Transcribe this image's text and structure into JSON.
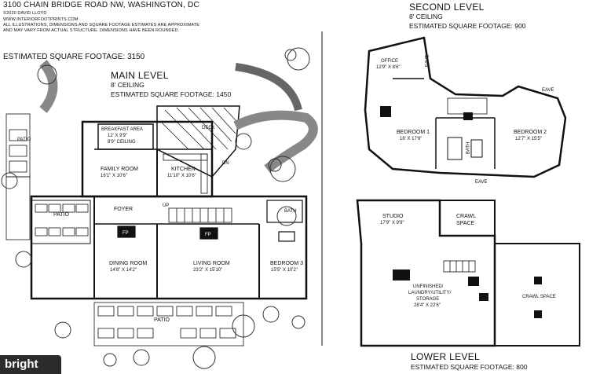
{
  "header": {
    "address": "3100 CHAIN BRIDGE ROAD NW, WASHINGTON, DC",
    "copyright": "©2020 DAVID LLOYD",
    "website": "WWW.INTERIORFOOTPRINTS.COM",
    "disclaimer_1": "ALL ILLUSTRATIONS, DIMENSIONS AND SQUARE FOOTAGE ESTIMATES ARE APPROXIMATE",
    "disclaimer_2": "AND MAY VARY FROM ACTUAL STRUCTURE. DIMENSIONS HAVE BEEN ROUNDED.",
    "total_sqft": "ESTIMATED SQUARE FOOTAGE: 3150"
  },
  "main_level": {
    "title": "MAIN LEVEL",
    "ceiling": "8' CEILING",
    "sqft": "ESTIMATED SQUARE FOOTAGE: 1450",
    "rooms": {
      "breakfast": "BREAKFAST AREA",
      "breakfast_dim": "12' X 9'9\"",
      "breakfast_ceiling": "8'9\" CEILING",
      "deck": "DECK",
      "family": "FAMILY ROOM",
      "family_dim": "16'1\" X 10'6\"",
      "kitchen": "KITCHEN",
      "kitchen_dim": "11'10\" X 10'6\"",
      "foyer": "FOYER",
      "dining": "DINING ROOM",
      "dining_dim": "14'8\" X 14'2\"",
      "living": "LIVING ROOM",
      "living_dim": "23'2\" X 15'10\"",
      "bedroom3": "BEDROOM 3",
      "bedroom3_dim": "15'5\" X 10'2\"",
      "bath": "BATH",
      "patio_1": "PATIO",
      "patio_2": "PATIO",
      "patio_3": "PATIO",
      "fp": "FP",
      "up": "UP",
      "dn": "DN"
    }
  },
  "second_level": {
    "title": "SECOND LEVEL",
    "ceiling": "8' CEILING",
    "sqft": "ESTIMATED SQUARE FOOTAGE: 900",
    "rooms": {
      "office": "OFFICE",
      "office_dim": "12'9\" X 8'6\"",
      "bedroom1": "BEDROOM 1",
      "bedroom1_dim": "18' X 17'6\"",
      "bedroom2": "BEDROOM 2",
      "bedroom2_dim": "12'7\" X 15'5\"",
      "eave": "EAVE",
      "bath": "BATH"
    }
  },
  "lower_level": {
    "title": "LOWER LEVEL",
    "sqft": "ESTIMATED SQUARE FOOTAGE: 800",
    "rooms": {
      "studio": "STUDIO",
      "studio_dim": "17'9\" X 9'9\"",
      "crawl_1": "CRAWL",
      "crawl_2": "SPACE",
      "unfinished_1": "UNFINISHED/",
      "unfinished_2": "LAUNDRY/UTILITY/",
      "unfinished_3": "STORAGE",
      "unfinished_dim": "28'4\" X 22'6\"",
      "crawl_space": "CRAWL SPACE"
    }
  },
  "watermark": "bright"
}
